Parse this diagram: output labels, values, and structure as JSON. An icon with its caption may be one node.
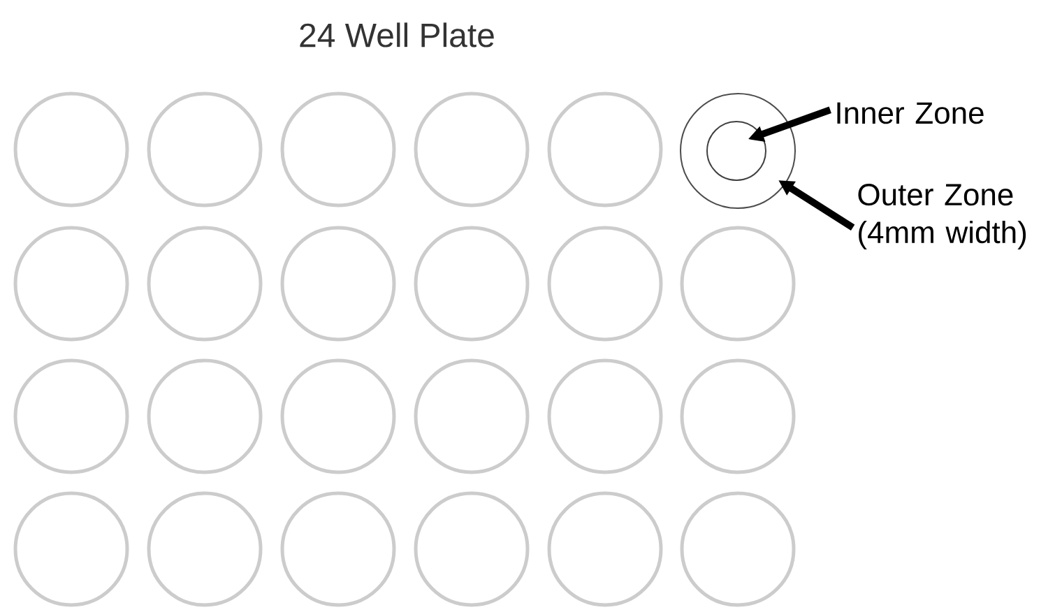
{
  "diagram": {
    "title": "24 Well Plate",
    "nodes": [
      {
        "text": [],
        "shape": "circle"
      },
      {
        "text": [],
        "shape": "circle"
      },
      {
        "text": [],
        "shape": "circle"
      },
      {
        "text": [],
        "shape": "circle"
      },
      {
        "text": [],
        "shape": "circle"
      },
      {
        "text": [],
        "shape": "circle"
      },
      {
        "text": [],
        "shape": "circle"
      },
      {
        "text": [],
        "shape": "circle"
      },
      {
        "text": [],
        "shape": "circle"
      },
      {
        "text": [],
        "shape": "circle"
      },
      {
        "text": [],
        "shape": "circle"
      },
      {
        "text": [],
        "shape": "circle"
      },
      {
        "text": [],
        "shape": "circle"
      },
      {
        "text": [],
        "shape": "circle"
      },
      {
        "text": [],
        "shape": "circle"
      },
      {
        "text": [],
        "shape": "circle"
      },
      {
        "text": [],
        "shape": "circle"
      },
      {
        "text": [],
        "shape": "circle"
      },
      {
        "text": [],
        "shape": "circle"
      },
      {
        "text": [],
        "shape": "circle"
      },
      {
        "text": [],
        "shape": "circle"
      },
      {
        "text": [],
        "shape": "circle"
      },
      {
        "text": [],
        "shape": "circle"
      },
      {
        "text": [],
        "shape": "circle"
      },
      {
        "text": [],
        "shape": "circle",
        "in": 5
      },
      {
        "text": [
          "Inner Zone"
        ]
      },
      {
        "text": [
          "Outer Zone (4mm width)"
        ]
      }
    ],
    "edges": [
      {
        "from": 25,
        "to": 24,
        "arrow": "to"
      },
      {
        "from": 26,
        "to": 5,
        "arrow": "to"
      }
    ]
  }
}
